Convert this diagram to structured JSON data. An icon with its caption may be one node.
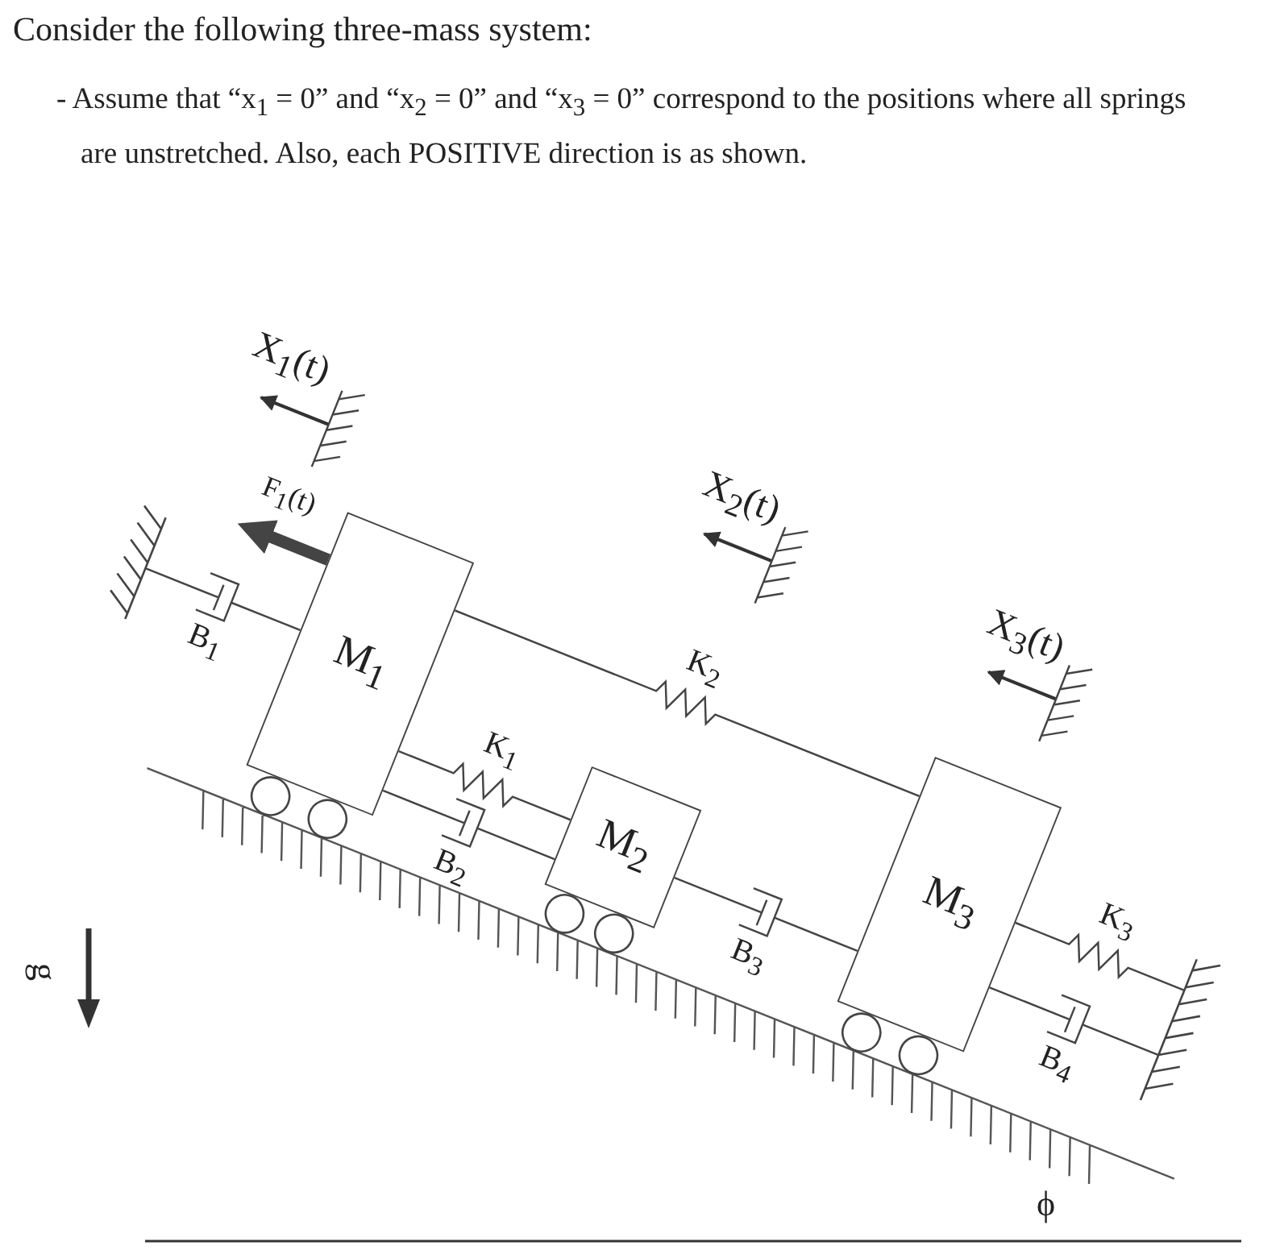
{
  "diagram": {
    "title": "Consider the following three-mass system:",
    "nodes": [
      {
        "text": [
          "M$_{1}$"
        ]
      },
      {
        "text": [
          "M$_{2}$"
        ]
      },
      {
        "text": [
          "M$_{3}$"
        ]
      },
      {
        "text": [],
        "shape": "wall"
      },
      {
        "text": [],
        "shape": "wall"
      }
    ],
    "edges": [
      {
        "from": 3,
        "to": 0,
        "arrow": "none",
        "label": "B$_{1}$"
      },
      {
        "from": 0,
        "to": 1,
        "arrow": "none",
        "label": "K$_{1}$"
      },
      {
        "from": 0,
        "to": 1,
        "arrow": "none",
        "label": "B$_{2}$"
      },
      {
        "from": 0,
        "to": 2,
        "arrow": "none",
        "label": "K$_{2}$"
      },
      {
        "from": 1,
        "to": 2,
        "arrow": "none",
        "label": "B$_{3}$"
      },
      {
        "from": 2,
        "to": 4,
        "arrow": "none",
        "label": "K$_{3}$"
      },
      {
        "from": 2,
        "to": 4,
        "arrow": "none",
        "label": "B$_{4}$"
      }
    ],
    "labels": [
      "- Assume that “x$_{1}$ = 0” and “x$_{2}$ = 0” and “x$_{3}$ = 0” correspond to the positions where all springs are unstretched.  Also, each POSITIVE direction is as shown.",
      "X$_{1}$(t)",
      "F$_{1}$(t)",
      "X$_{2}$(t)",
      "X$_{3}$(t)",
      "g",
      "ϕ"
    ]
  }
}
